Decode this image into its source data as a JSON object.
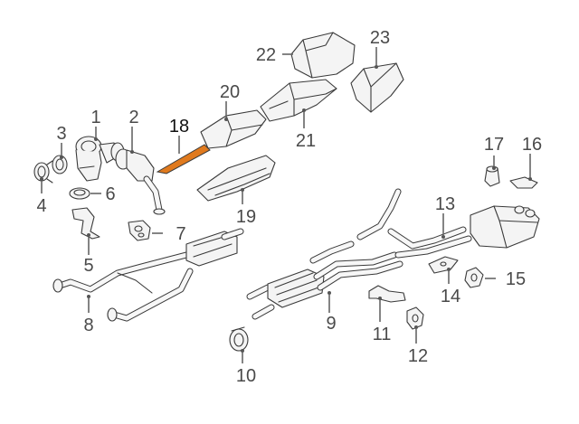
{
  "diagram": {
    "highlight_color": "#e07a1e",
    "callouts": [
      "1",
      "2",
      "3",
      "4",
      "5",
      "6",
      "7",
      "8",
      "9",
      "10",
      "11",
      "12",
      "13",
      "14",
      "15",
      "16",
      "17",
      "18",
      "19",
      "20",
      "21",
      "22",
      "23"
    ],
    "highlighted_callout": "18"
  }
}
